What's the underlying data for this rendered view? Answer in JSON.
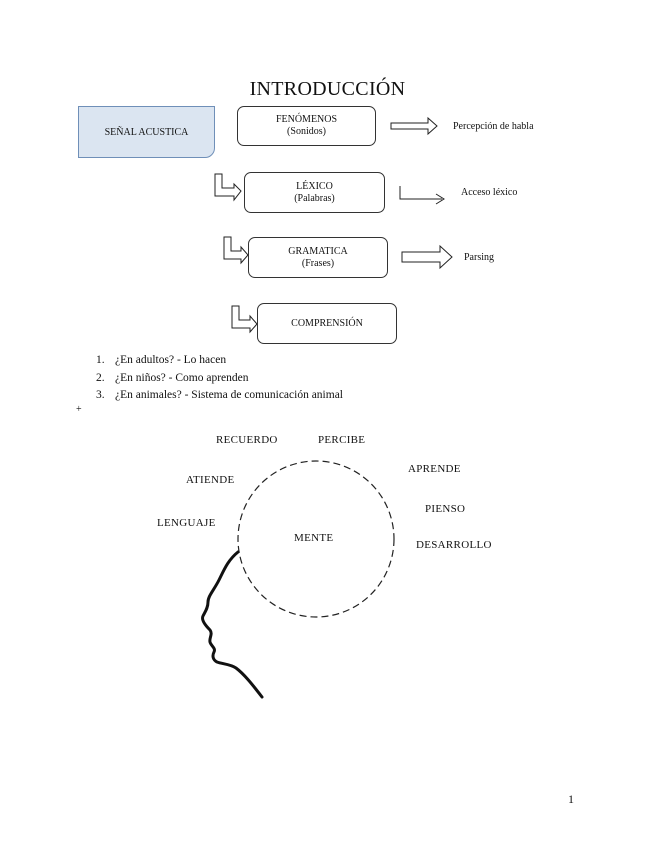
{
  "title": "INTRODUCCIÓN",
  "flow": {
    "signal": "SEÑAL ACUSTICA",
    "levels": [
      {
        "name": "FENÓMENOS",
        "sub": "(Sonidos)",
        "result": "Percepción de habla"
      },
      {
        "name": "LÉXICO",
        "sub": "(Palabras)",
        "result": "Acceso léxico"
      },
      {
        "name": "GRAMATICA",
        "sub": "(Frases)",
        "result": "Parsing"
      },
      {
        "name": "COMPRENSIÓN",
        "sub": "",
        "result": ""
      }
    ]
  },
  "questions": [
    {
      "num": "1.",
      "text": "¿En adultos? - Lo hacen"
    },
    {
      "num": "2.",
      "text": "¿En niños? - Como aprenden"
    },
    {
      "num": "3.",
      "text": "¿En animales? - Sistema de comunicación animal"
    }
  ],
  "plus_mark": "+",
  "mind_diagram": {
    "center": "MENTE",
    "words": [
      "RECUERDO",
      "PERCIBE",
      "APRENDE",
      "ATIENDE",
      "PIENSO",
      "LENGUAJE",
      "DESARROLLO"
    ]
  },
  "page_number": "1"
}
